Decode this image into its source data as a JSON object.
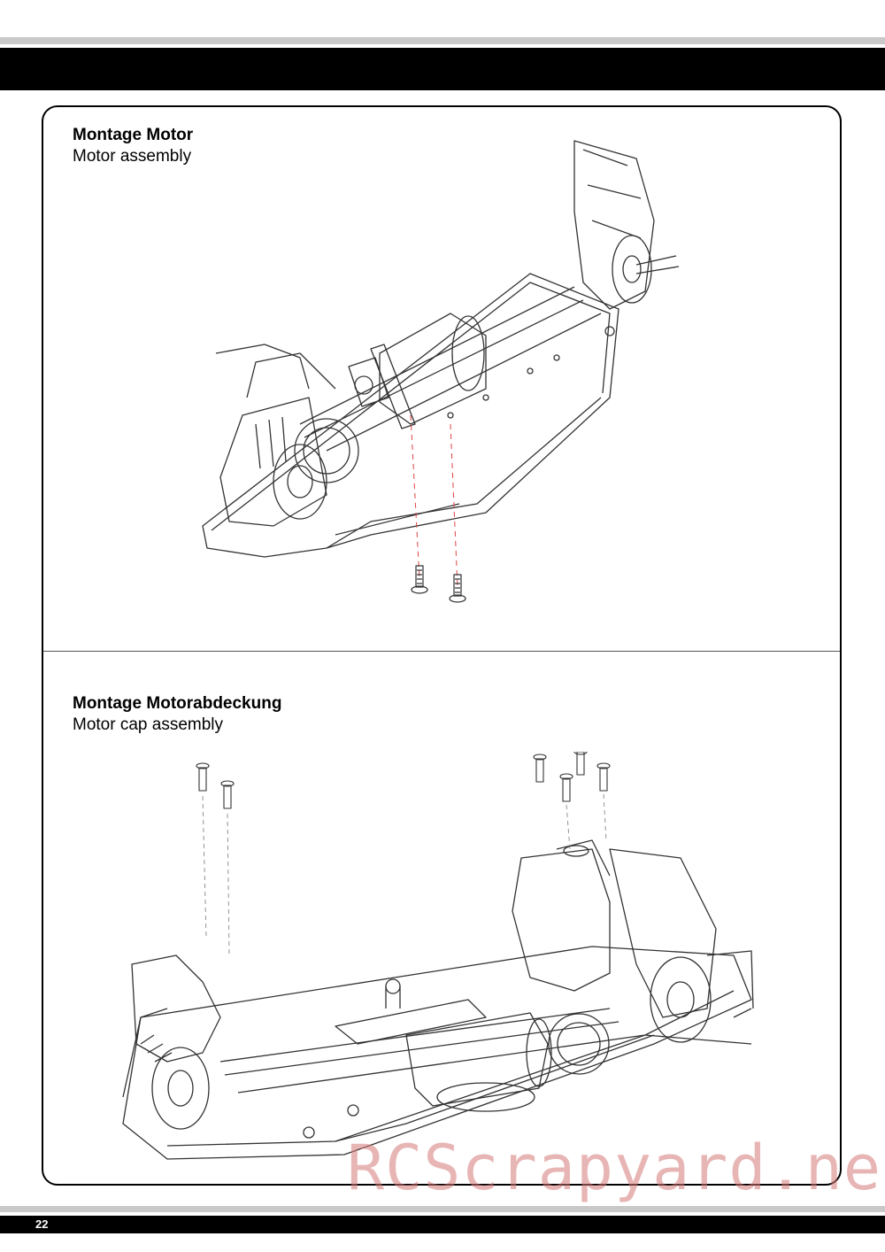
{
  "sections": [
    {
      "title_de": "Montage Motor",
      "title_en": "Motor assembly"
    },
    {
      "title_de": "Montage Motorabdeckung",
      "title_en": "Motor cap assembly"
    }
  ],
  "watermark": "RCScrapyard.net",
  "page_number": "22",
  "colors": {
    "band": "#000000",
    "rule": "#c9c9c9",
    "watermark": "#d67878"
  }
}
